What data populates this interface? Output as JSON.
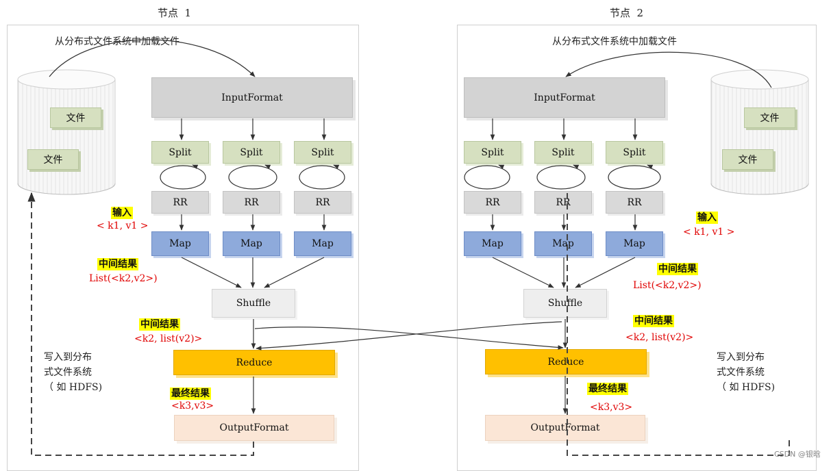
{
  "node1": {
    "title": "节点  1",
    "load_label": "从分布式文件系统中加载文件",
    "file1": "文件",
    "file2": "文件",
    "input_format": "InputFormat",
    "splits": [
      "Split",
      "Split",
      "Split"
    ],
    "rrs": [
      "RR",
      "RR",
      "RR"
    ],
    "maps": [
      "Map",
      "Map",
      "Map"
    ],
    "shuffle": "Shuffle",
    "reduce": "Reduce",
    "output_format": "OutputFormat",
    "input_tag": "输入",
    "input_kv": "< k1, v1 >",
    "mid_tag1": "中间结果",
    "mid_kv1": "List(<k2,v2>)",
    "mid_tag2": "中间结果",
    "mid_kv2": "<k2, list(v2)>",
    "final_tag": "最终结果",
    "final_kv": "<k3,v3>",
    "write_line1": "写入到分布",
    "write_line2": "式文件系统",
    "write_line3": "（ 如 HDFS)"
  },
  "node2": {
    "title": "节点  2",
    "load_label": "从分布式文件系统中加载文件",
    "file1": "文件",
    "file2": "文件",
    "input_format": "InputFormat",
    "splits": [
      "Split",
      "Split",
      "Split"
    ],
    "rrs": [
      "RR",
      "RR",
      "RR"
    ],
    "maps": [
      "Map",
      "Map",
      "Map"
    ],
    "shuffle": "Shuffle",
    "reduce": "Reduce",
    "output_format": "OutputFormat",
    "input_tag": "输入",
    "input_kv": "< k1, v1 >",
    "mid_tag1": "中间结果",
    "mid_kv1": "List(<k2,v2>)",
    "mid_tag2": "中间结果",
    "mid_kv2": "<k2, list(v2)>",
    "final_tag": "最终结果",
    "final_kv": "<k3,v3>",
    "write_line1": "写入到分布",
    "write_line2": "式文件系统",
    "write_line3": "（ 如 HDFS)"
  },
  "watermark": "CSDN @银晗",
  "colors": {
    "input_format": "#d3d3d3",
    "split": "#d6e0c0",
    "rr": "#d9d9d9",
    "map": "#8eaadb",
    "shuffle": "#eeeeee",
    "reduce": "#ffc000",
    "output_format": "#fbe6d6",
    "highlight": "#ffff00",
    "kv_text": "#e00000"
  }
}
